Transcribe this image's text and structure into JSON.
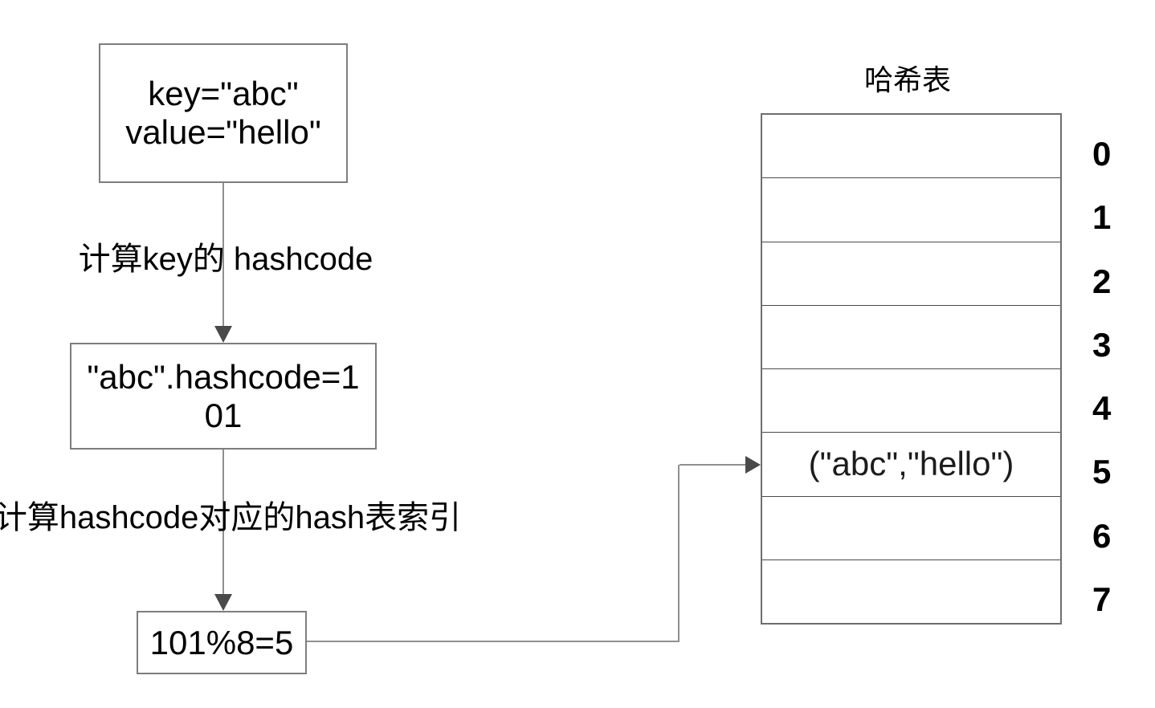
{
  "flowchart": {
    "key_value_box": {
      "line1": "key=\"abc\"",
      "line2": "value=\"hello\""
    },
    "step1_label": "计算key的 hashcode",
    "hashcode_box": {
      "line1": "\"abc\".hashcode=1",
      "line2": "01"
    },
    "step2_label": "计算hashcode对应的hash表索引",
    "mod_box": {
      "label": "101%8=5"
    }
  },
  "hash_table": {
    "title": "哈希表",
    "rows": [
      {
        "index": "0",
        "value": ""
      },
      {
        "index": "1",
        "value": ""
      },
      {
        "index": "2",
        "value": ""
      },
      {
        "index": "3",
        "value": ""
      },
      {
        "index": "4",
        "value": ""
      },
      {
        "index": "5",
        "value": "(\"abc\",\"hello\")"
      },
      {
        "index": "6",
        "value": ""
      },
      {
        "index": "7",
        "value": ""
      }
    ]
  },
  "colors": {
    "flow_line": "#909090",
    "box_border": "#7d7d7d",
    "arrowhead": "#4a4a4a",
    "table_border": "#6e6e6e",
    "row_divider": "#4a4a4a",
    "text": "#000000"
  }
}
